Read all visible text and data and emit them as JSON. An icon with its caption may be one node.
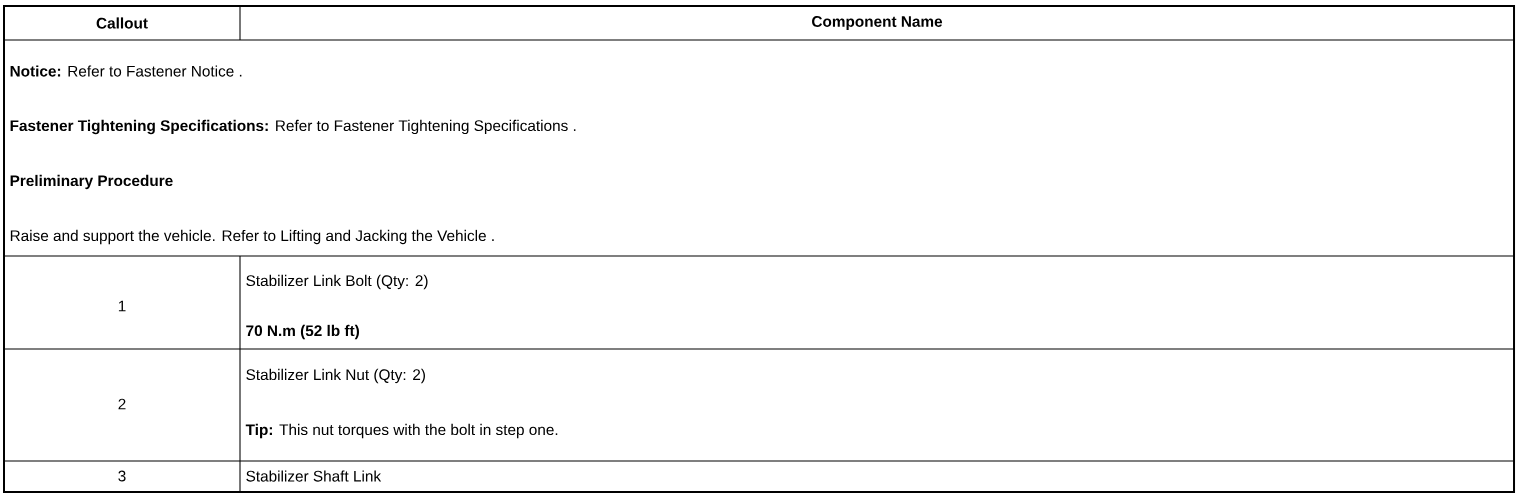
{
  "diagram": {
    "labels": [
      "Callout",
      "Component Name",
      "**Notice:** Refer to Fastener Notice .",
      "**Fastener Tightening Specifications:** Refer to Fastener Tightening Specifications .",
      "Preliminary Procedure",
      "Raise and support the vehicle. Refer to Lifting and Jacking the Vehicle .",
      "1",
      "Stabilizer Link Bolt (Qty: 2)",
      "70 N.m (52 lb ft)",
      "2",
      "Stabilizer Link Nut (Qty: 2)",
      "**Tip:** This nut torques with the bolt in step one.",
      "3",
      "Stabilizer Shaft Link"
    ]
  }
}
